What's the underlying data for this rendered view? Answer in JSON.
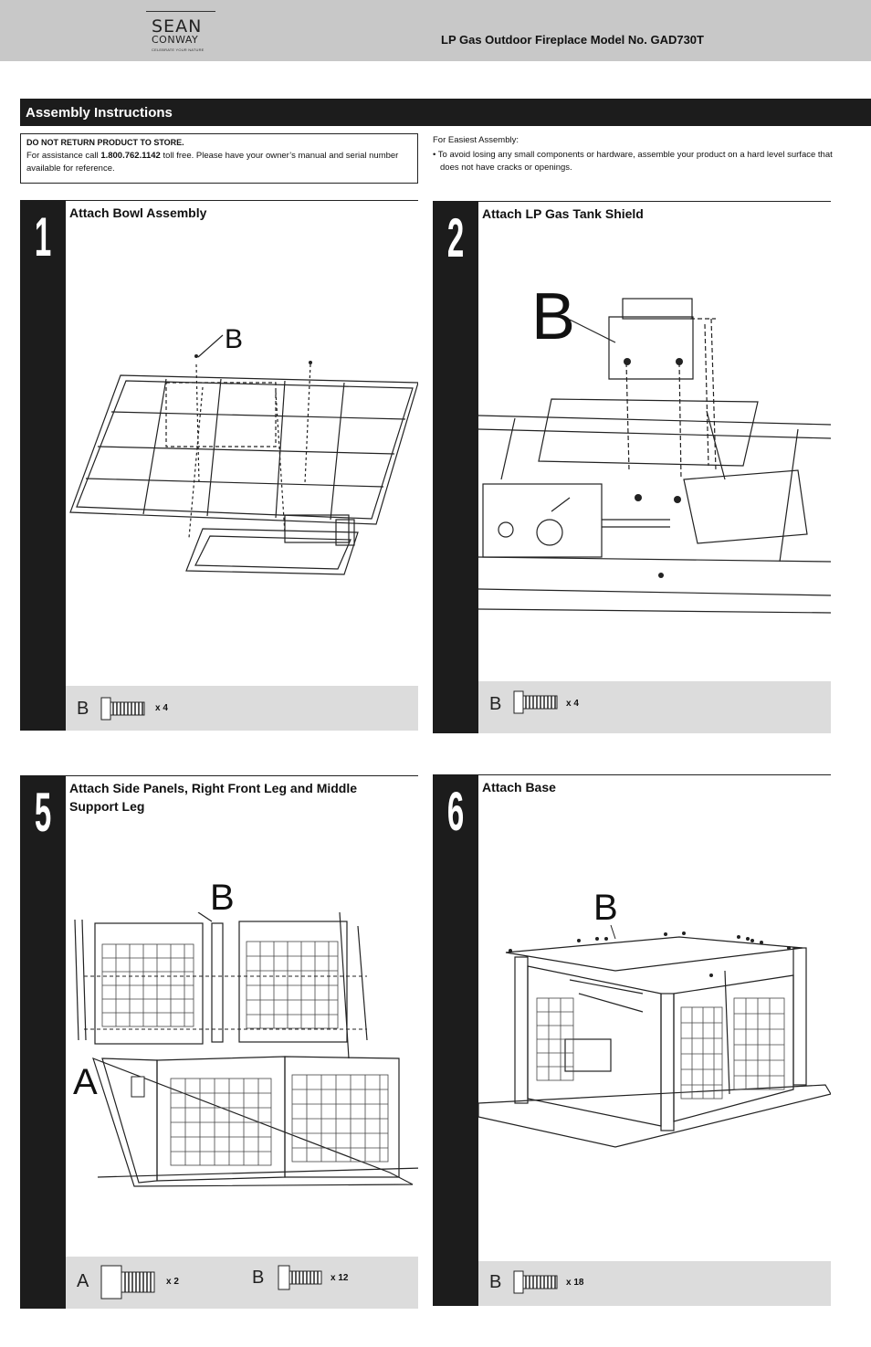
{
  "header": {
    "logo": {
      "line1": "SEAN",
      "line2": "CONWAY",
      "tagline": "CELEBRATE YOUR NATURE"
    },
    "model_title": "LP Gas Outdoor Fireplace Model No. GAD730T"
  },
  "section": {
    "title": "Assembly Instructions"
  },
  "notice": {
    "heading": "DO NOT RETURN PRODUCT TO STORE.",
    "body_pre": "For assistance call ",
    "phone": "1.800.762.1142",
    "body_post": " toll free. Please have your owner’s manual and serial number available for reference."
  },
  "easy_assembly": {
    "heading": "For Easiest Assembly:",
    "item": "• To avoid losing any small components or hardware, assemble your product on a hard level surface that does not have cracks or openings."
  },
  "steps": [
    {
      "number": "1",
      "title": "Attach Bowl Assembly",
      "callouts": [
        "B"
      ],
      "hardware": [
        {
          "letter": "B",
          "qty": "x 4"
        }
      ]
    },
    {
      "number": "2",
      "title": "Attach LP Gas Tank Shield",
      "callouts": [
        "B"
      ],
      "hardware": [
        {
          "letter": "B",
          "qty": "x 4"
        }
      ]
    },
    {
      "number": "5",
      "title": "Attach Side Panels, Right Front Leg and Middle Support Leg",
      "callouts": [
        "B",
        "A"
      ],
      "hardware": [
        {
          "letter": "A",
          "qty": "x 2"
        },
        {
          "letter": "B",
          "qty": "x 12"
        }
      ]
    },
    {
      "number": "6",
      "title": "Attach Base",
      "callouts": [
        "B"
      ],
      "hardware": [
        {
          "letter": "B",
          "qty": "x 18"
        }
      ]
    }
  ]
}
